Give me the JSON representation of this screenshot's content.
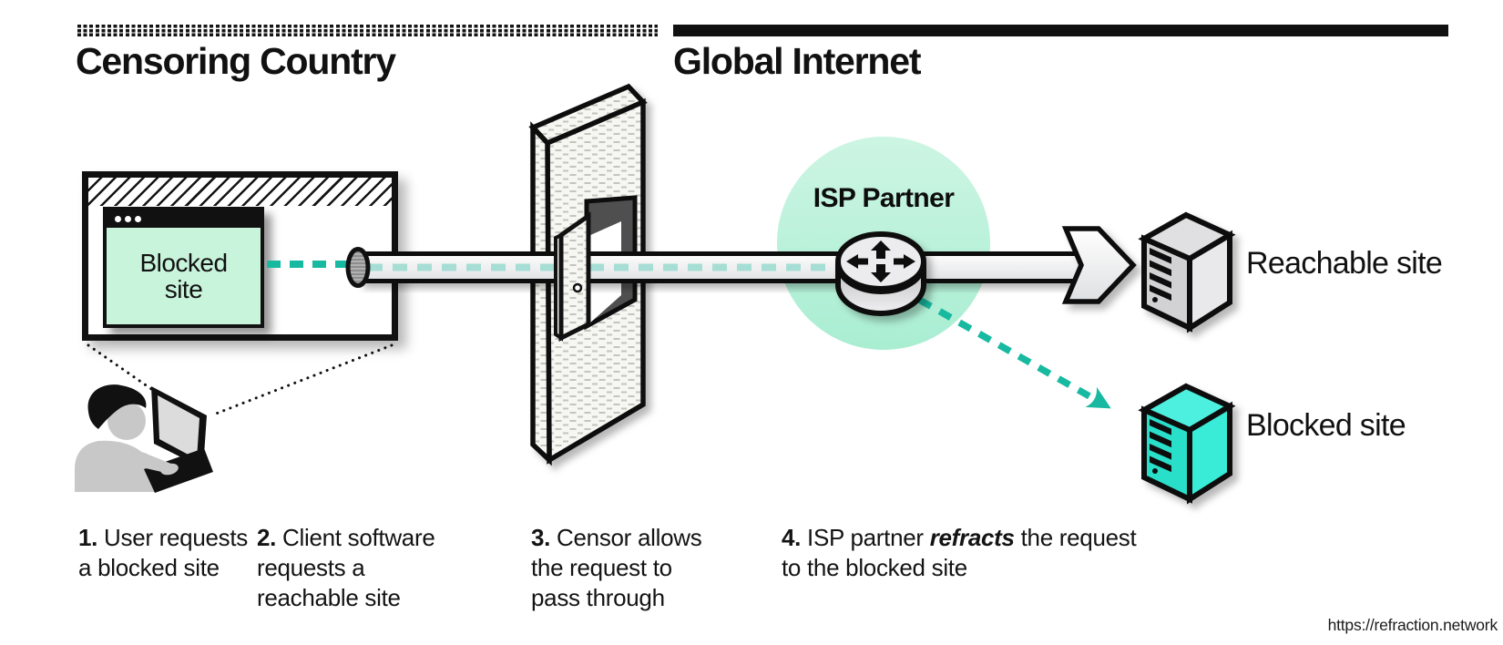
{
  "header": {
    "left_title": "Censoring Country",
    "right_title": "Global Internet"
  },
  "browser_window": {
    "line1": "Blocked",
    "line2": "site"
  },
  "isp_label": "ISP Partner",
  "reachable_label": "Reachable site",
  "blocked_label": "Blocked site",
  "url": "https://refraction.network",
  "captions": [
    {
      "number": "1.",
      "segments": [
        {
          "text": " User requests"
        },
        {
          "br": true
        },
        {
          "text": "a blocked site"
        }
      ]
    },
    {
      "number": "2.",
      "segments": [
        {
          "text": " Client software"
        },
        {
          "br": true
        },
        {
          "text": "requests a"
        },
        {
          "br": true
        },
        {
          "text": "reachable site"
        }
      ]
    },
    {
      "number": "3.",
      "segments": [
        {
          "text": " Censor allows"
        },
        {
          "br": true
        },
        {
          "text": "the request to"
        },
        {
          "br": true
        },
        {
          "text": "pass through"
        }
      ]
    },
    {
      "number": "4.",
      "segments": [
        {
          "text": " ISP partner "
        },
        {
          "em": "refracts"
        },
        {
          "text": " the request"
        },
        {
          "br": true
        },
        {
          "text": "to the blocked site"
        }
      ]
    }
  ],
  "colors": {
    "teal": "#17b9a0",
    "light_teal": "#a6ded5",
    "mint": "#c9f4dc",
    "circle_mint": "#b7f0d8",
    "cyan": "#38ecd8",
    "ink": "#141414"
  }
}
